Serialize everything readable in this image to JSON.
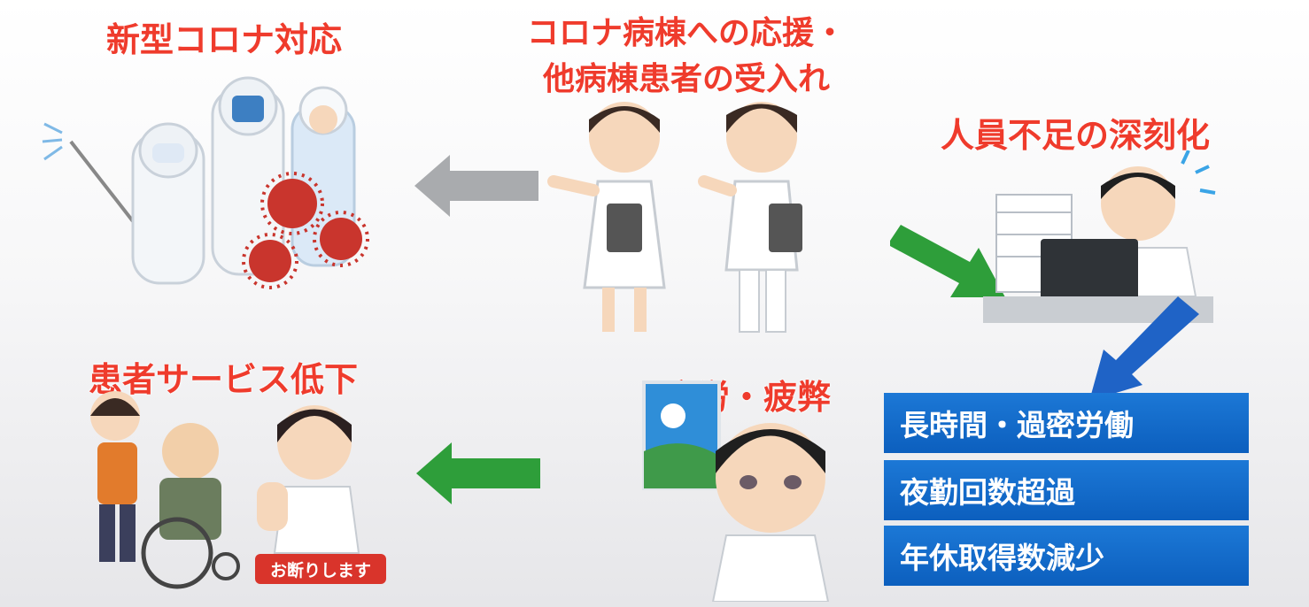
{
  "titles": {
    "corona": "新型コロナ対応",
    "support_line1": "コロナ病棟への応援・",
    "support_line2": "他病棟患者の受入れ",
    "shortage": "人員不足の深刻化",
    "service": "患者サービス低下",
    "fatigue": "疲労・疲弊"
  },
  "boxes": [
    "長時間・過密労働",
    "夜勤回数超過",
    "年休取得数減少"
  ],
  "badge": "お断りします",
  "colors": {
    "title_red": "#ef3b2c",
    "box_blue": "#0c5fbe",
    "arrow_gray": "#a9abae",
    "arrow_green": "#2e9e3a",
    "arrow_blue": "#1f63c6"
  },
  "icons": [
    "virus-icon",
    "protective-suit-icon",
    "nurse-icon",
    "doctor-icon",
    "overworked-worker-icon",
    "tired-nurse-icon",
    "wheelchair-patient-icon",
    "refusing-nurse-icon",
    "sun-icon"
  ]
}
